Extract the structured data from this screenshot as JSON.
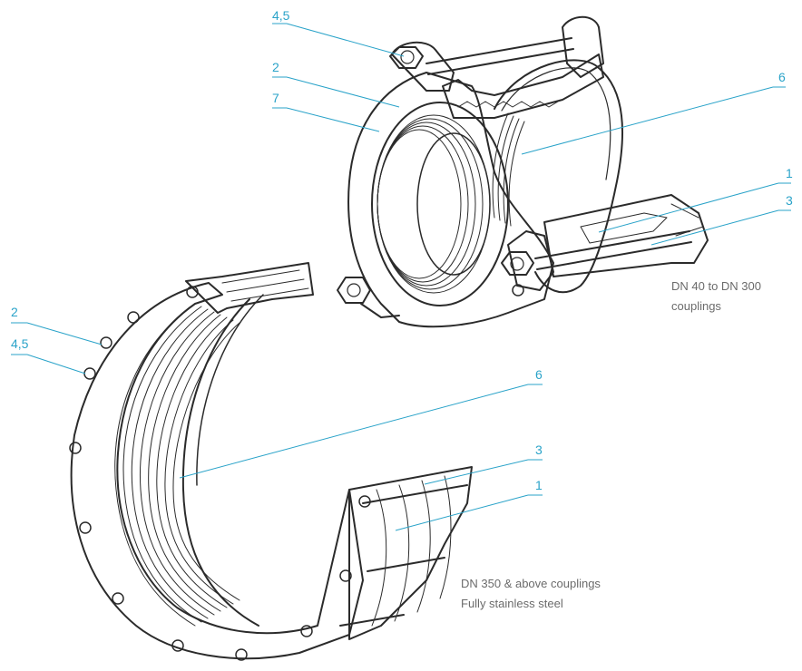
{
  "small_coupling": {
    "caption_line1": "DN 40 to DN 300",
    "caption_line2": "couplings",
    "labels": {
      "bolt_nut": "4,5",
      "flange": "2",
      "clamp_ring": "7",
      "gasket": "6",
      "housing": "1",
      "bolt": "3"
    }
  },
  "large_coupling": {
    "caption_line1": "DN 350 & above couplings",
    "caption_line2": "Fully stainless steel",
    "labels": {
      "flange": "2",
      "bolt_nut": "4,5",
      "gasket": "6",
      "bolt": "3",
      "housing": "1"
    }
  },
  "colors": {
    "callout": "#2aa3c9",
    "line_art": "#2b2b2b",
    "caption": "#6b6b6b"
  }
}
